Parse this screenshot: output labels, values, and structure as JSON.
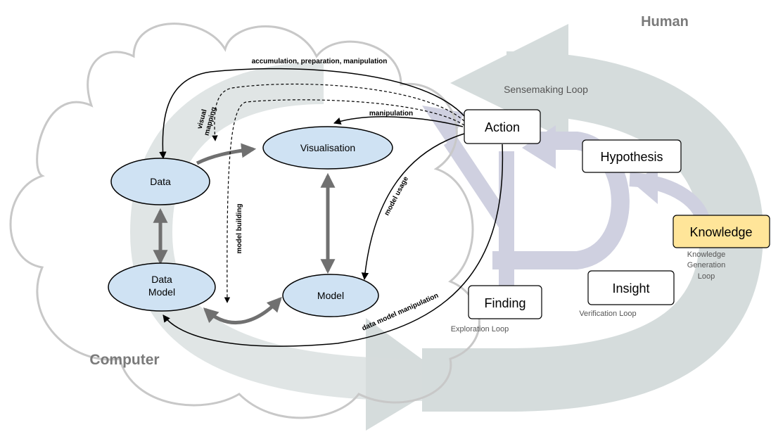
{
  "regions": {
    "human": "Human",
    "computer": "Computer"
  },
  "computer_nodes": {
    "data": "Data",
    "visualisation": "Visualisation",
    "data_model_line1": "Data",
    "data_model_line2": "Model",
    "model": "Model"
  },
  "human_nodes": {
    "action": "Action",
    "hypothesis": "Hypothesis",
    "knowledge": "Knowledge",
    "insight": "Insight",
    "finding": "Finding"
  },
  "edge_labels": {
    "accumulation": "accumulation, preparation, manipulation",
    "manipulation": "manipulation",
    "visual_mapping_line1": "visual",
    "visual_mapping_line2": "mapping",
    "model_building": "model building",
    "model_usage": "model usage",
    "data_model_manipulation": "data model manipulation"
  },
  "loops": {
    "sensemaking": "Sensemaking Loop",
    "exploration": "Exploration Loop",
    "verification": "Verification Loop",
    "knowledge_line1": "Knowledge",
    "knowledge_line2": "Generation",
    "knowledge_line3": "Loop"
  },
  "colors": {
    "node_fill": "#cfe2f3",
    "knowledge_fill": "#ffe599",
    "loop_arrow_big": "#d5dcdc",
    "loop_arrow_purple": "#cfd0e0",
    "cloud_stroke": "#c8c8c8",
    "edge_stroke": "#000000",
    "thick_arrow": "#707070"
  }
}
